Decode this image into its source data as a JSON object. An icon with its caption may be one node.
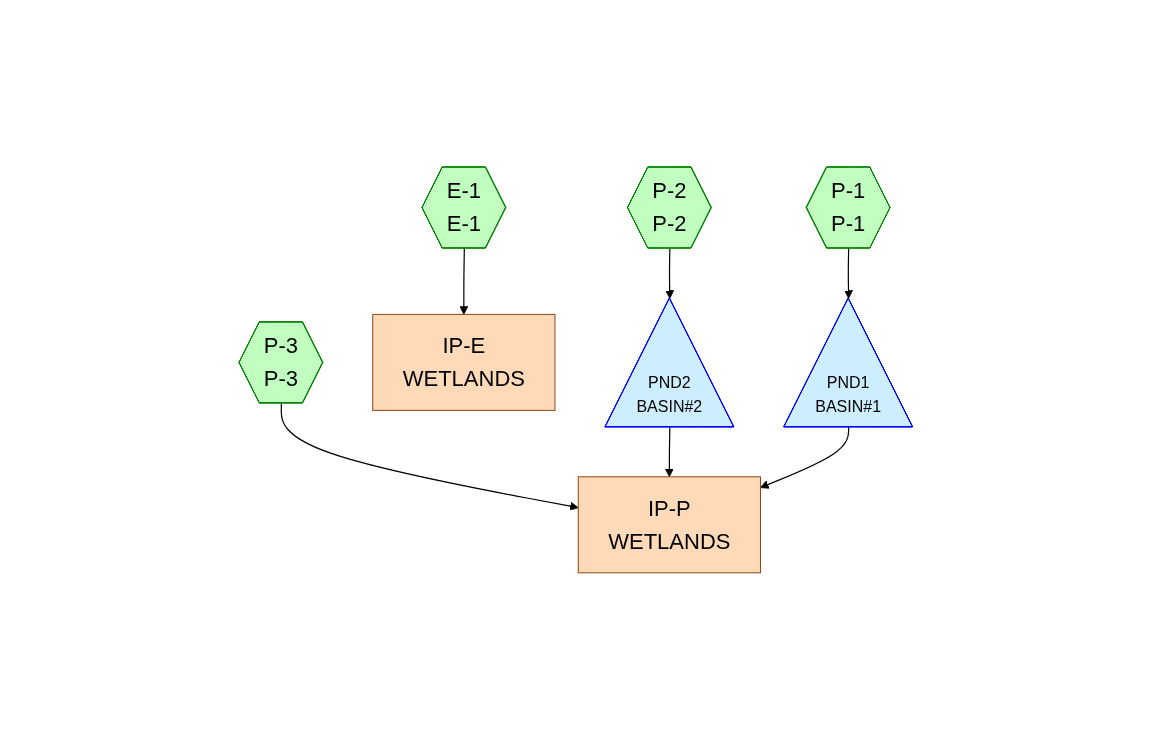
{
  "diagram": {
    "nodes": [
      {
        "text": [
          "E-1",
          "E-1"
        ]
      },
      {
        "text": [
          "P-2",
          "P-2"
        ]
      },
      {
        "text": [
          "P-1",
          "P-1"
        ]
      },
      {
        "text": [
          "P-3",
          "P-3"
        ]
      },
      {
        "text": [
          "IP-E",
          "WETLANDS"
        ]
      },
      {
        "text": [
          "PND2",
          "BASIN#2"
        ]
      },
      {
        "text": [
          "PND1",
          "BASIN#1"
        ]
      },
      {
        "text": [
          "IP-P",
          "WETLANDS"
        ]
      }
    ],
    "edges": [
      {
        "from": 0,
        "to": 4,
        "arrow": "to"
      },
      {
        "from": 1,
        "to": 5,
        "arrow": "to"
      },
      {
        "from": 2,
        "to": 6,
        "arrow": "to"
      },
      {
        "from": 3,
        "to": 7,
        "arrow": "to"
      },
      {
        "from": 5,
        "to": 7,
        "arrow": "to"
      },
      {
        "from": 6,
        "to": 7,
        "arrow": "to"
      }
    ]
  }
}
